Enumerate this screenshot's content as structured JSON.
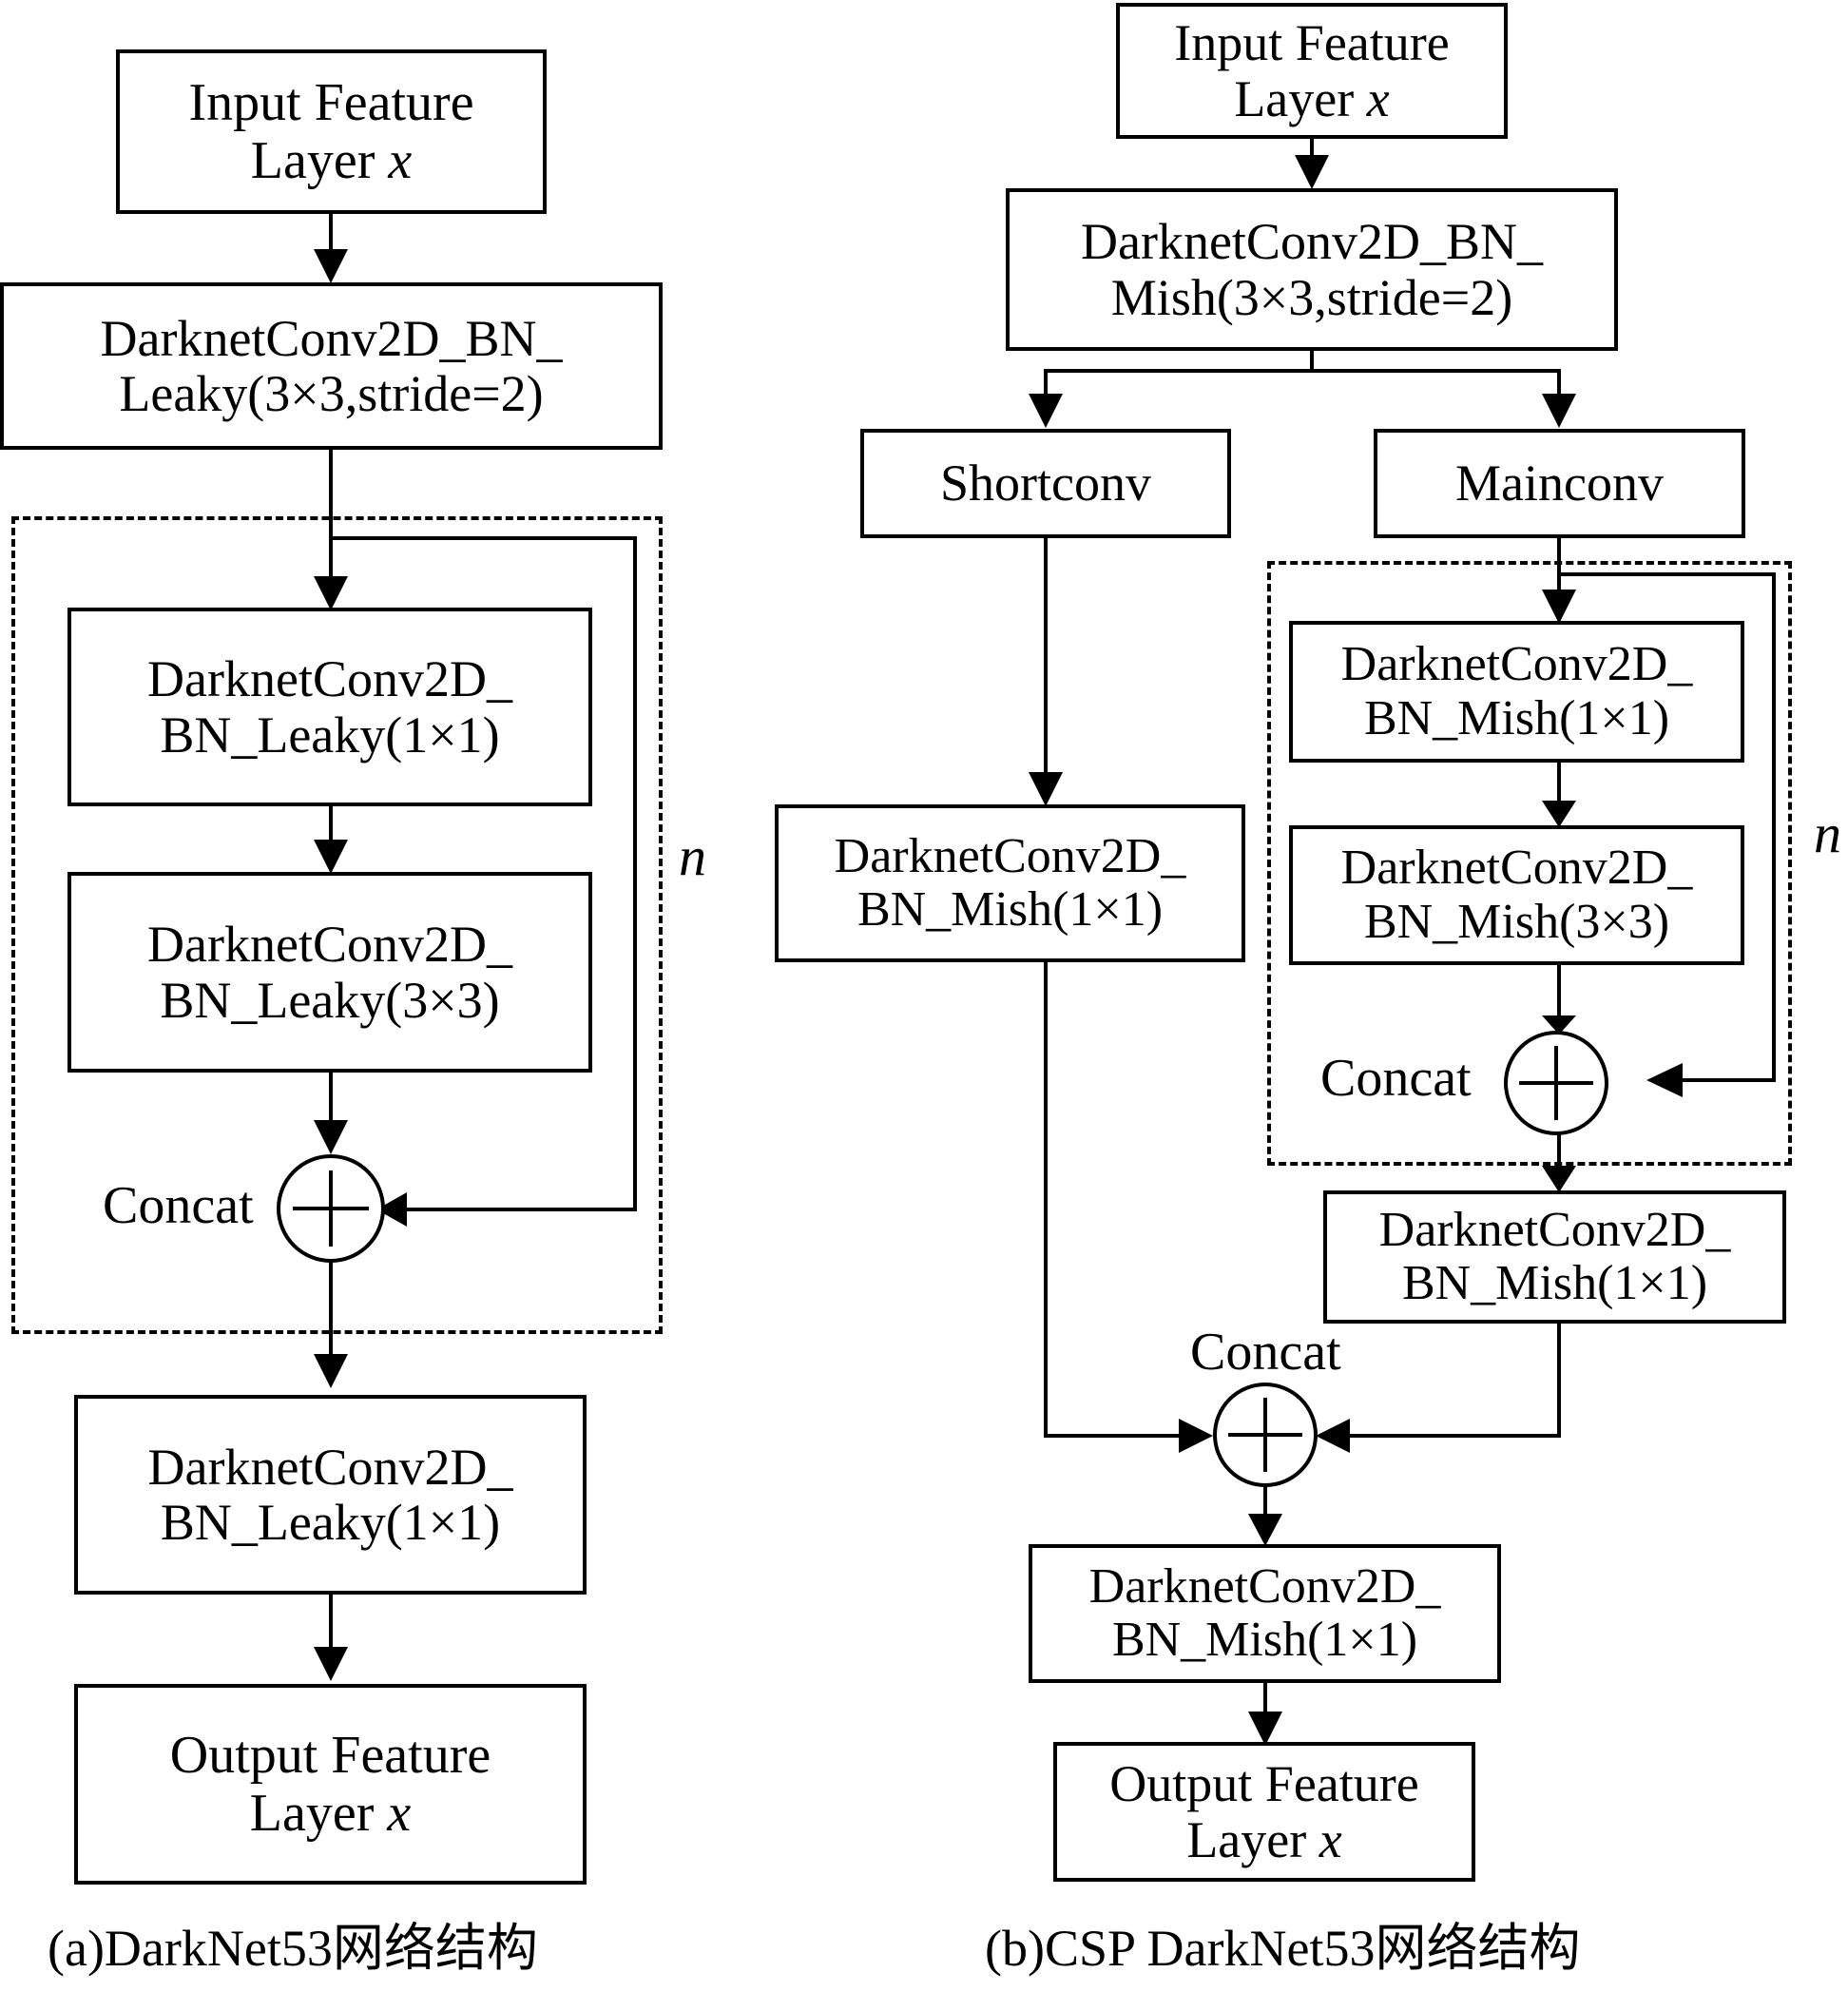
{
  "left": {
    "input": {
      "l1": "Input Feature",
      "l2a": "Layer ",
      "l2b": "x"
    },
    "conv_down": {
      "l1": "DarknetConv2D_BN_",
      "l2": "Leaky(3×3,stride=2)"
    },
    "conv_1x1": {
      "l1": "DarknetConv2D_",
      "l2": "BN_Leaky(1×1)"
    },
    "conv_3x3": {
      "l1": "DarknetConv2D_",
      "l2": "BN_Leaky(3×3)"
    },
    "concat": "Concat",
    "repeat": "n",
    "conv_out": {
      "l1": "DarknetConv2D_",
      "l2": "BN_Leaky(1×1)"
    },
    "output": {
      "l1": "Output Feature",
      "l2a": "Layer ",
      "l2b": "x"
    },
    "caption": "(a)DarkNet53网络结构"
  },
  "right": {
    "input": {
      "l1": "Input Feature",
      "l2a": "Layer ",
      "l2b": "x"
    },
    "conv_down": {
      "l1": "DarknetConv2D_BN_",
      "l2": "Mish(3×3,stride=2)"
    },
    "shortconv": "Shortconv",
    "mainconv": "Mainconv",
    "short_conv": {
      "l1": "DarknetConv2D_",
      "l2": "BN_Mish(1×1)"
    },
    "main_conv_1x1": {
      "l1": "DarknetConv2D_",
      "l2": "BN_Mish(1×1)"
    },
    "main_conv_3x3": {
      "l1": "DarknetConv2D_",
      "l2": "BN_Mish(3×3)"
    },
    "inner_concat": "Concat",
    "repeat": "n",
    "main_conv_after": {
      "l1": "DarknetConv2D_",
      "l2": "BN_Mish(1×1)"
    },
    "outer_concat": "Concat",
    "final_conv": {
      "l1": "DarknetConv2D_",
      "l2": "BN_Mish(1×1)"
    },
    "output": {
      "l1": "Output Feature",
      "l2a": "Layer ",
      "l2b": "x"
    },
    "caption": "(b)CSP DarkNet53网络结构"
  }
}
